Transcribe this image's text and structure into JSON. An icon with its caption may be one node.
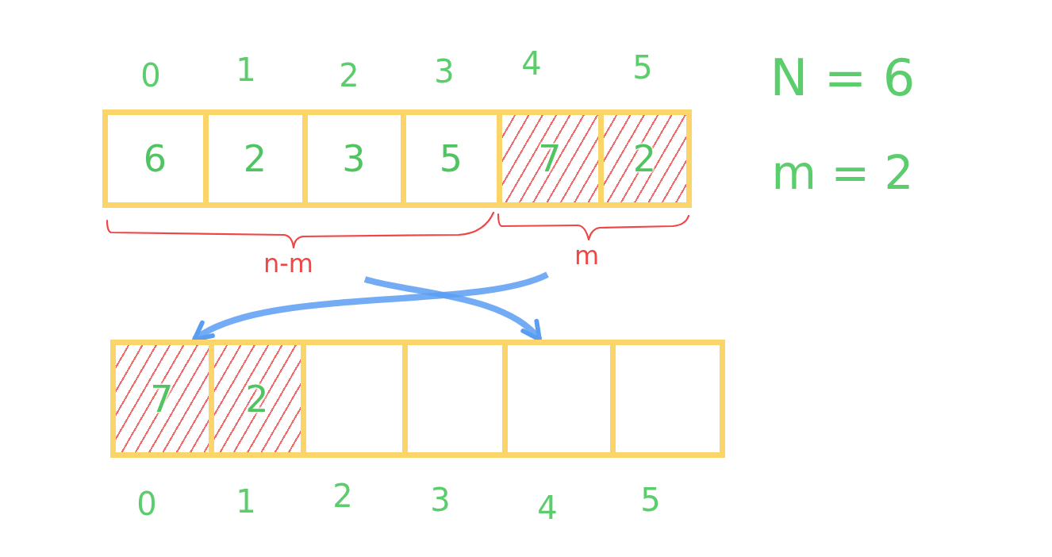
{
  "diagram": {
    "nodes": [
      {
        "text": [
          "6"
        ]
      },
      {
        "text": [
          "2"
        ]
      },
      {
        "text": [
          "3"
        ]
      },
      {
        "text": [
          "5"
        ]
      },
      {
        "text": [
          "7"
        ]
      },
      {
        "text": [
          "2"
        ]
      },
      {
        "text": [
          "n-m"
        ]
      },
      {
        "text": [
          "m"
        ]
      },
      {
        "text": [
          "7"
        ]
      },
      {
        "text": [
          "2"
        ]
      },
      {
        "text": [],
        "shape": "box"
      },
      {
        "text": [],
        "shape": "box"
      },
      {
        "text": [],
        "shape": "box"
      },
      {
        "text": [],
        "shape": "box"
      }
    ],
    "edges": [
      {
        "from": 6,
        "to": 12,
        "arrow": "to"
      },
      {
        "from": 7,
        "to": 8,
        "arrow": "to"
      }
    ],
    "labels": [
      "0",
      "1",
      "2",
      "3",
      "4",
      "5",
      "N = 6",
      "m = 2",
      "0",
      "1",
      "2",
      "3",
      "4",
      "5"
    ]
  }
}
